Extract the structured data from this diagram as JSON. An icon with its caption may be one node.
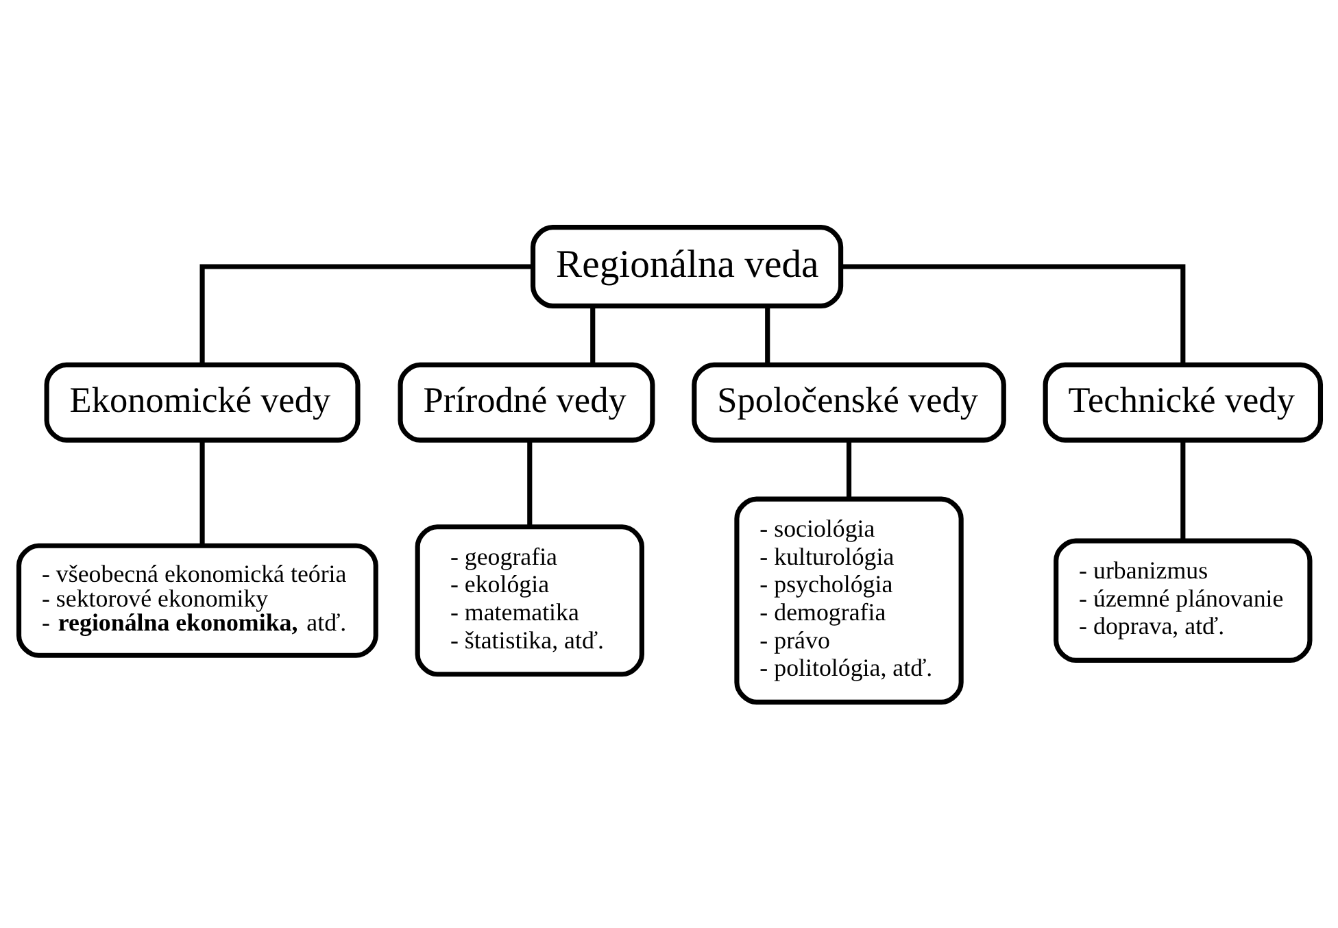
{
  "diagram": {
    "nodes": [
      {
        "text": [
          "Regionálna veda"
        ]
      },
      {
        "text": [
          "Ekonomické vedy"
        ]
      },
      {
        "text": [
          "Prírodné vedy"
        ]
      },
      {
        "text": [
          "Spoločenské vedy"
        ]
      },
      {
        "text": [
          "Technické vedy"
        ]
      },
      {
        "text": [
          "- všeobecná ekonomická teória",
          "- sektorové ekonomiky",
          "- **regionálna ekonomika,** atď."
        ]
      },
      {
        "text": [
          "- geografia",
          "- ekológia",
          "- matematika",
          "- štatistika, atď."
        ]
      },
      {
        "text": [
          "- sociológia",
          "- kulturológia",
          "- psychológia",
          "- demografia",
          "- právo",
          "- politológia, atď."
        ]
      },
      {
        "text": [
          "- urbanizmus",
          "- územné plánovanie",
          "- doprava, atď."
        ]
      }
    ],
    "edges": [
      {
        "from": 0,
        "to": 1,
        "arrow": "none"
      },
      {
        "from": 0,
        "to": 2,
        "arrow": "none"
      },
      {
        "from": 0,
        "to": 3,
        "arrow": "none"
      },
      {
        "from": 0,
        "to": 4,
        "arrow": "none"
      },
      {
        "from": 1,
        "to": 5,
        "arrow": "none"
      },
      {
        "from": 2,
        "to": 6,
        "arrow": "none"
      },
      {
        "from": 3,
        "to": 7,
        "arrow": "none"
      },
      {
        "from": 4,
        "to": 8,
        "arrow": "none"
      }
    ]
  }
}
